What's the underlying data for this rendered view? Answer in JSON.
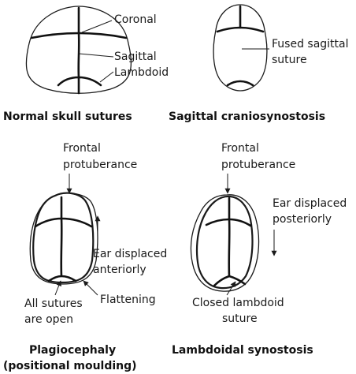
{
  "panels": {
    "normal": {
      "labels": [
        "Coronal",
        "Sagittal",
        "Lambdoid"
      ],
      "caption": "Normal skull sutures"
    },
    "sagittal": {
      "labels": [
        "Fused sagittal",
        "suture"
      ],
      "caption": "Sagittal craniosynostosis"
    },
    "plagio": {
      "labels": [
        "Frontal",
        "protuberance",
        "Ear displaced",
        "anteriorly",
        "Flattening",
        "All sutures",
        "are open"
      ],
      "caption": [
        "Plagiocephaly",
        "(positional moulding)"
      ]
    },
    "lambdoidal": {
      "labels": [
        "Frontal",
        "protuberance",
        "Ear displaced",
        "posteriorly",
        "Closed lambdoid",
        "suture"
      ],
      "caption": "Lambdoidal synostosis"
    }
  }
}
